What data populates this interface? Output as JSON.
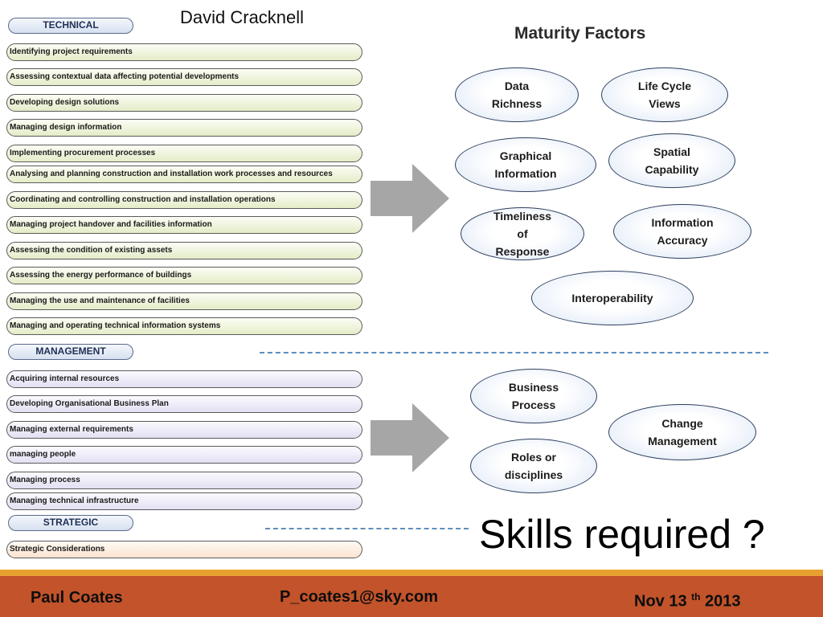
{
  "author": "David Cracknell",
  "maturity_title": "Maturity Factors",
  "sections": {
    "technical": "TECHNICAL",
    "management": "MANAGEMENT",
    "strategic": "STRATEGIC"
  },
  "technical_items": [
    "Identifying project requirements",
    "Assessing contextual data affecting potential developments",
    "Developing design solutions",
    "Managing design information",
    "Implementing procurement processes",
    "Analysing and planning construction and installation work processes and resources",
    "Coordinating and controlling construction and installation operations",
    "Managing project handover and facilities information",
    "Assessing the condition of existing assets",
    "Assessing the energy performance of buildings",
    "Managing the use and maintenance of facilities",
    "Managing and operating technical information systems"
  ],
  "management_items": [
    "Acquiring internal resources",
    "Developing Organisational Business Plan",
    "Managing external requirements",
    "managing people",
    "Managing process",
    "Managing technical infrastructure"
  ],
  "strategic_items": [
    "Strategic Considerations"
  ],
  "maturity_factors": [
    "Data\nRichness",
    "Life Cycle\nViews",
    "Graphical\nInformation",
    "Spatial\nCapability",
    "Timeliness\nof\nResponse",
    "Information\nAccuracy",
    "Interoperability"
  ],
  "skill_factors": [
    "Business\nProcess",
    "Change\nManagement",
    "Roles or\ndisciplines"
  ],
  "skills_caption": "Skills required ?",
  "footer": {
    "name": "Paul Coates",
    "email": "P_coates1@sky.com",
    "date_main": "Nov 13",
    "date_sup": "th",
    "date_year": "2013"
  },
  "colors": {
    "footer_bar": "#c2532a",
    "footer_stripe": "#e8a131",
    "arrow": "#a6a6a6",
    "dash_line": "#5d8fbf"
  }
}
